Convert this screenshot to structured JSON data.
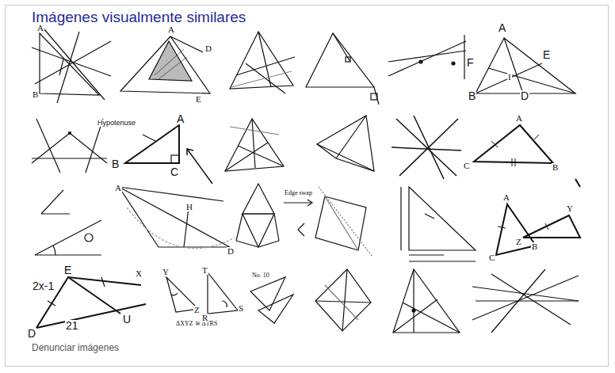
{
  "diagram": {
    "title": "Imágenes visualmente similares",
    "labels": [
      "Denunciar imágenes",
      "A",
      "B",
      "A",
      "D",
      "E",
      "A",
      "E",
      "F",
      "I",
      "B",
      "D",
      "Hypotenuse",
      "A",
      "B",
      "C",
      "Edge swap",
      "A",
      "H",
      "D",
      "A",
      "C",
      "B",
      "A",
      "B",
      "C",
      "Y",
      "Z",
      "E",
      "2x-1",
      "X",
      "D",
      "21",
      "U",
      "Y",
      "Z",
      "ΔXYZ ≅ ΔTRS",
      "T",
      "R",
      "S",
      "No. 10"
    ]
  }
}
